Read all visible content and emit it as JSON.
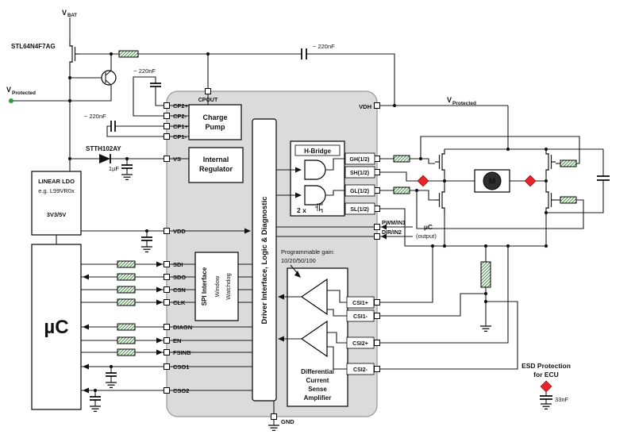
{
  "colors": {
    "green": "#2e9b3e",
    "red": "#e8232a"
  },
  "power": {
    "vbat": "V",
    "vbat_sub": "BAT",
    "vprot_left": "V",
    "vprot_left_sub": "Protected",
    "vprot_right": "V",
    "vprot_right_sub": "Protected",
    "fet_part": "STL64N4F7AG",
    "diode_part": "STTH102AY",
    "cap_top": "~ 220nF",
    "cap_cp2": "~ 220nF",
    "cap_cp1": "~ 220nF",
    "cap_vs": "1µF"
  },
  "ldo": {
    "line1": "LINEAR LDO",
    "line2": "e.g. L99VR0x",
    "line3": "3V3/5V"
  },
  "mcu": {
    "label": "µC"
  },
  "ic": {
    "pins_left": [
      "CP2+",
      "CP2-",
      "CP1+",
      "CP1-",
      "VS",
      "VDD",
      "SDI",
      "SDO",
      "CSN",
      "CLK",
      "DIAGN",
      "EN",
      "FSINB",
      "CSO1",
      "CSO2"
    ],
    "pin_cpout": "CPOUT",
    "pin_vdh": "VDH",
    "pin_gnd": "GND",
    "gate_pins": [
      "GH(1/2)",
      "SH(1/2)",
      "GL(1/2)",
      "SL(1/2)"
    ],
    "input_pins": [
      "PWM/IN1",
      "DIR/IN2"
    ],
    "csi_pins": [
      "CSI1+",
      "CSI1-",
      "CSI2+",
      "CSI2-"
    ],
    "blocks": {
      "charge_pump_1": "Charge",
      "charge_pump_2": "Pump",
      "regulator_1": "Internal",
      "regulator_2": "Regulator",
      "spi_1": "SPI Interface",
      "spi_2": "Window",
      "spi_3": "Watchdog",
      "driver": "Driver Interface, Logic & Diagnostic",
      "hbridge": "H-Bridge",
      "hbridge_count": "2 x",
      "amp_1": "Differential",
      "amp_2": "Current",
      "amp_3": "Sense",
      "amp_4": "Amplifier"
    },
    "gain_note_1": "Programmable gain:",
    "gain_note_2": "10/20/50/100"
  },
  "right": {
    "mcu_out_1": "µC",
    "mcu_out_2": "(output)",
    "motor": "M",
    "esd_1": "ESD Protection",
    "esd_2": "for ECU",
    "esd_cap": "33nF"
  }
}
